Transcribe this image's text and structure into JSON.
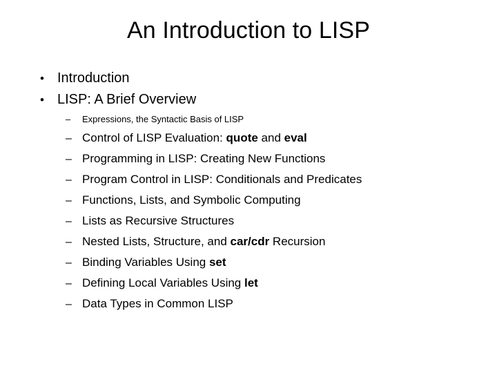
{
  "slide": {
    "title": "An Introduction to LISP",
    "background_color": "#ffffff",
    "text_color": "#000000",
    "level1_marker": "•",
    "level2_marker": "–",
    "outline": [
      {
        "level": 1,
        "marker": "•",
        "text": "Introduction",
        "runs": [
          {
            "text": "Introduction",
            "bold": false
          }
        ]
      },
      {
        "level": 1,
        "marker": "•",
        "text": "LISP: A Brief Overview",
        "runs": [
          {
            "text": "LISP: A Brief Overview",
            "bold": false
          }
        ]
      },
      {
        "level": 2,
        "marker": "–",
        "small": true,
        "text": "Expressions, the Syntactic Basis of LISP",
        "runs": [
          {
            "text": "Expressions, the Syntactic Basis of LISP",
            "bold": false
          }
        ]
      },
      {
        "level": 2,
        "marker": "–",
        "text": "Control of LISP Evaluation: quote and eval",
        "runs": [
          {
            "text": "Control of LISP Evaluation: ",
            "bold": false
          },
          {
            "text": "quote",
            "bold": true
          },
          {
            "text": " and ",
            "bold": false
          },
          {
            "text": "eval",
            "bold": true
          }
        ]
      },
      {
        "level": 2,
        "marker": "–",
        "text": "Programming in LISP: Creating New Functions",
        "runs": [
          {
            "text": "Programming in LISP: Creating New Functions",
            "bold": false
          }
        ]
      },
      {
        "level": 2,
        "marker": "–",
        "text": "Program Control in LISP: Conditionals and Predicates",
        "runs": [
          {
            "text": "Program Control in LISP: Conditionals and Predicates",
            "bold": false
          }
        ]
      },
      {
        "level": 2,
        "marker": "–",
        "text": "Functions, Lists, and Symbolic Computing",
        "runs": [
          {
            "text": "Functions, Lists, and Symbolic Computing",
            "bold": false
          }
        ]
      },
      {
        "level": 2,
        "marker": "–",
        "text": "Lists as Recursive Structures",
        "runs": [
          {
            "text": "Lists as Recursive Structures",
            "bold": false
          }
        ]
      },
      {
        "level": 2,
        "marker": "–",
        "text": "Nested Lists, Structure, and car/cdr Recursion",
        "runs": [
          {
            "text": "Nested Lists, Structure, and ",
            "bold": false
          },
          {
            "text": "car/cdr",
            "bold": true
          },
          {
            "text": " Recursion",
            "bold": false
          }
        ]
      },
      {
        "level": 2,
        "marker": "–",
        "text": "Binding Variables Using set",
        "runs": [
          {
            "text": "Binding Variables Using ",
            "bold": false
          },
          {
            "text": "set",
            "bold": true
          }
        ]
      },
      {
        "level": 2,
        "marker": "–",
        "text": "Defining Local Variables Using let",
        "runs": [
          {
            "text": "Defining Local Variables Using ",
            "bold": false
          },
          {
            "text": "let",
            "bold": true
          }
        ]
      },
      {
        "level": 2,
        "marker": "–",
        "text": "Data Types in Common LISP",
        "runs": [
          {
            "text": "Data Types in Common LISP",
            "bold": false
          }
        ]
      }
    ]
  }
}
